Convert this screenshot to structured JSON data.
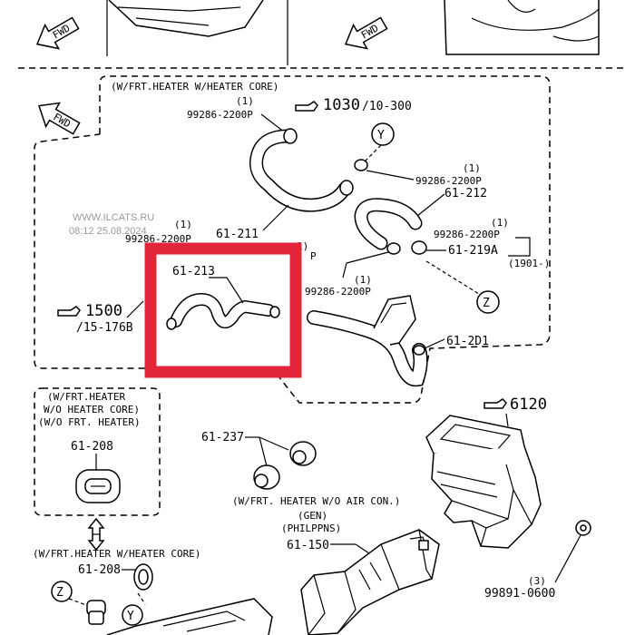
{
  "labels": {
    "fwd": "FWD",
    "section_main": "(W/FRT.HEATER W/HEATER CORE)",
    "q1": "(1)",
    "pn_992": "99286-2200P",
    "ref_1030": "1030",
    "ref_1030_sub": "/10-300",
    "marker_y": "Y",
    "marker_z": "Z",
    "p_61211": "61-211",
    "p_61212": "61-212",
    "p_61213": "61-213",
    "p_61219a": "61-219A",
    "ref_1901": "(1901-)",
    "p_61201": "61-2D1",
    "ref_1500": "1500",
    "ref_1500_sub": "/15-176B",
    "pn_992_partial": "P",
    "q1_partial": "1)",
    "section_left1": "(W/FRT.HEATER",
    "section_left2": "W/O HEATER CORE)",
    "section_left3": "(W/O FRT. HEATER)",
    "p_61208": "61-208",
    "p_61237": "61-237",
    "note_aircon": "(W/FRT. HEATER W/O AIR CON.)",
    "note_gen": "(GEN)",
    "note_phil": "(PHILPPNS)",
    "p_61150": "61-150",
    "ref_6120": "6120",
    "section_bottom": "(W/FRT.HEATER W/HEATER CORE)",
    "q3": "(3)",
    "pn_99891": "99891-0600",
    "watermark1": "WWW.ILCATS.RU",
    "watermark2": "08:12 25.08.2024"
  },
  "colors": {
    "highlight": "#e3253a",
    "ink": "#000000",
    "watermark": "#9a9a9a"
  },
  "icons": [
    "fwd-arrow-icon",
    "pointing-hand-icon",
    "double-arrow-icon"
  ]
}
